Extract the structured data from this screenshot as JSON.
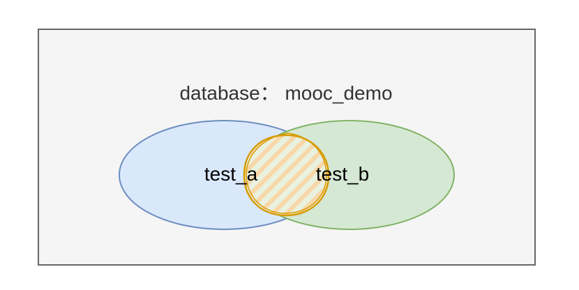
{
  "diagram": {
    "container_title": "database： mooc_demo",
    "sets": [
      {
        "label": "test_a",
        "fill": "#dae8fc",
        "stroke": "#6c8ebf"
      },
      {
        "label": "test_b",
        "fill": "#d5e8d4",
        "stroke": "#82b366"
      }
    ],
    "intersection": {
      "stroke": "#d79b00",
      "hatch": "#f8d7a8"
    },
    "container": {
      "fill": "#f5f5f5",
      "stroke": "#666666"
    }
  }
}
